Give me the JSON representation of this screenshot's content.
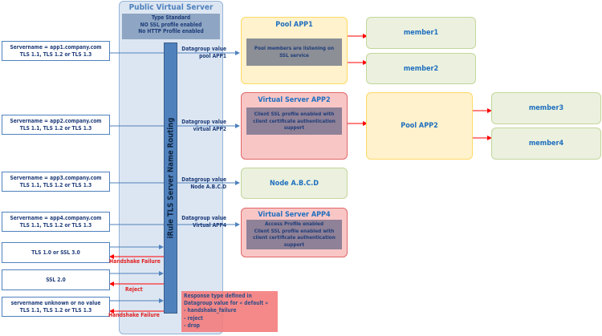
{
  "public_virtual_server": {
    "title": "Public Virtual Server",
    "info": [
      "Type Standard",
      "NO SSL profile enabled",
      "No HTTP  Profile enabled"
    ],
    "irule_label": "iRule TLS Server Name Routing"
  },
  "clients": [
    {
      "line1": "Servername  = app1.company.com",
      "line2": "TLS 1.1, TLS 1.2 or TLS 1.3"
    },
    {
      "line1": "Servername  = app2.company.com",
      "line2": "TLS 1.1, TLS 1.2 or TLS 1.3"
    },
    {
      "line1": "Servername  = app3.company.com",
      "line2": "TLS 1.1, TLS 1.2 or TLS 1.3"
    },
    {
      "line1": "Servername  = app4.company.com",
      "line2": "TLS 1.1, TLS 1.2 or TLS 1.3"
    },
    {
      "line1": "TLS 1.0 or SSL 3.0",
      "line2": ""
    },
    {
      "line1": "SSL 2.0",
      "line2": ""
    },
    {
      "line1": "servername  unknown or no value",
      "line2": "TLS 1.1, TLS 1.2 or TLS 1.3"
    }
  ],
  "datagroup_labels": [
    {
      "line1": "Datagroup value",
      "line2": "pool APP1"
    },
    {
      "line1": "Datagroup value",
      "line2": "virtual APP2"
    },
    {
      "line1": "Datagroup value",
      "line2": "Node A.B.C.D"
    },
    {
      "line1": "Datagroup value",
      "line2": "Virtual APP4"
    }
  ],
  "responses": [
    "Handshake Failure",
    "Reject",
    "Handshake Failure"
  ],
  "response_note": {
    "lines": [
      "Response type defined in",
      "Datagroup value for « default »",
      "- handshake_failure",
      "- reject",
      "- drop"
    ]
  },
  "pool_app1": {
    "title": "Pool APP1",
    "note": "Pool members are listening on SSL service"
  },
  "vs_app2": {
    "title": "Virtual Server APP2",
    "note": "Client SSL profile enabled with client certificate authentication support"
  },
  "node": {
    "title": "Node A.B.C.D"
  },
  "vs_app4": {
    "title": "Virtual Server APP4",
    "note_lines": [
      "Access Profile enabled",
      "Client SSL profile enabled with client certificate authentication support"
    ]
  },
  "pool_app2": {
    "title": "Pool APP2"
  },
  "members": [
    "member1",
    "member2",
    "member3",
    "member4"
  ],
  "colors": {
    "blue_line": "#4f81bd",
    "red_line": "#ff0000"
  }
}
